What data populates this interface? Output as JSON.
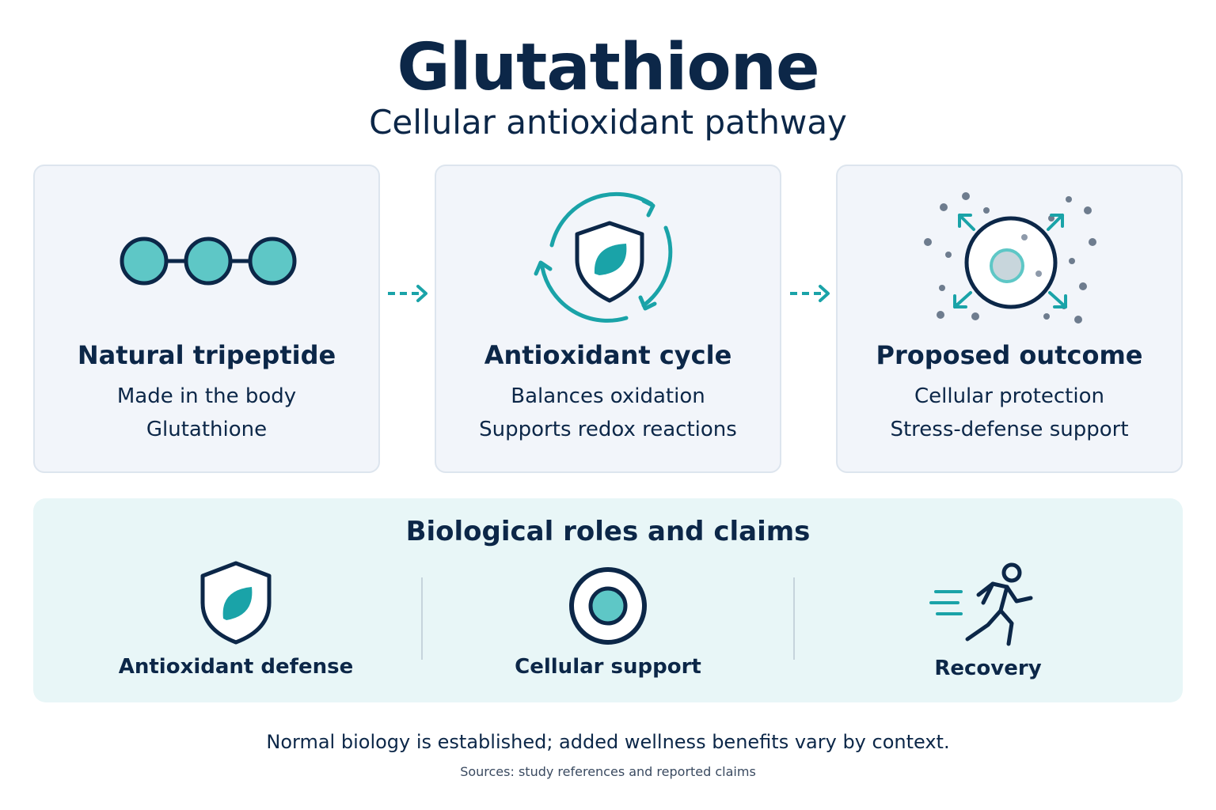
{
  "header": {
    "title": "Glutathione",
    "subtitle": "Cellular antioxidant pathway"
  },
  "cards": [
    {
      "title": "Natural tripeptide",
      "lines": [
        "Made in the body",
        "Glutathione"
      ],
      "icon": "tripeptide-chain-icon"
    },
    {
      "title": "Antioxidant cycle",
      "lines": [
        "Balances oxidation",
        "Supports redox reactions"
      ],
      "icon": "shield-cycle-icon"
    },
    {
      "title": "Proposed outcome",
      "lines": [
        "Cellular protection",
        "Stress-defense support"
      ],
      "icon": "protected-cell-icon"
    }
  ],
  "roles": {
    "title": "Biological roles and claims",
    "items": [
      {
        "label": "Antioxidant defense",
        "icon": "shield-leaf-icon"
      },
      {
        "label": "Cellular support",
        "icon": "cell-icon"
      },
      {
        "label": "Recovery",
        "icon": "runner-icon"
      }
    ]
  },
  "footer": {
    "note": "Normal biology is established; added wellness benefits vary by context.",
    "sources": "Sources: study references and reported claims"
  },
  "colors": {
    "navy": "#0c2748",
    "teal": "#1aa3a8",
    "teal_fill": "#5ec7c6",
    "card_bg": "#f2f5fa",
    "roles_bg": "#e8f6f7"
  }
}
